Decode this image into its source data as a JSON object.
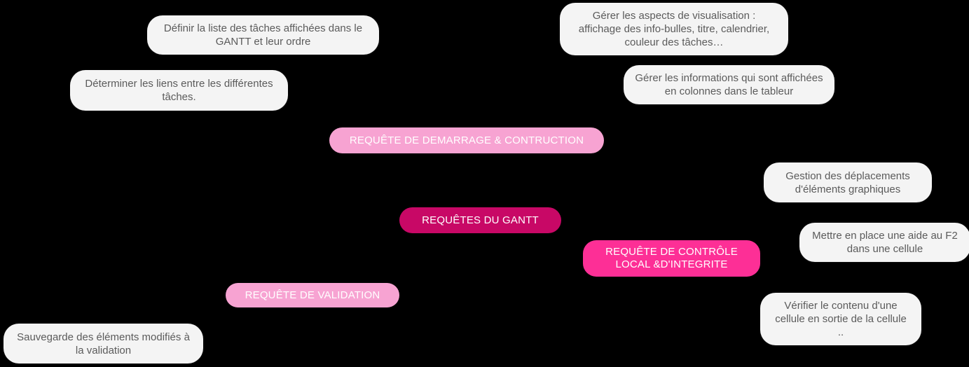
{
  "diagram": {
    "background_color": "#000000",
    "root": {
      "label": "REQUÊTES DU GANTT",
      "color": "#c80866"
    },
    "branches": [
      {
        "label": "REQUÊTE DE DEMARRAGE & CONTRUCTION",
        "color": "#f7a3d2"
      },
      {
        "label": "REQUÊTE DE CONTRÔLE LOCAL &D'INTEGRITE",
        "color": "#fd2f96"
      },
      {
        "label": "REQUÊTE DE VALIDATION",
        "color": "#f7a3d2"
      }
    ],
    "leaves": [
      {
        "label": "Définir la liste des tâches affichées dans le GANTT et leur ordre"
      },
      {
        "label": "Déterminer les liens entre les différentes tâches."
      },
      {
        "label": "Gérer les aspects de visualisation : affichage des info-bulles, titre, calendrier, couleur des tâches…"
      },
      {
        "label": "Gérer les informations qui sont affichées en colonnes dans le tableur"
      },
      {
        "label": "Gestion des déplacements d'éléments graphiques"
      },
      {
        "label": "Mettre en place une aide au F2 dans une cellule"
      },
      {
        "label": "Vérifier le contenu d'une cellule en sortie de la cellule .."
      },
      {
        "label": "Sauvegarde des éléments modifiés à la validation"
      }
    ]
  }
}
